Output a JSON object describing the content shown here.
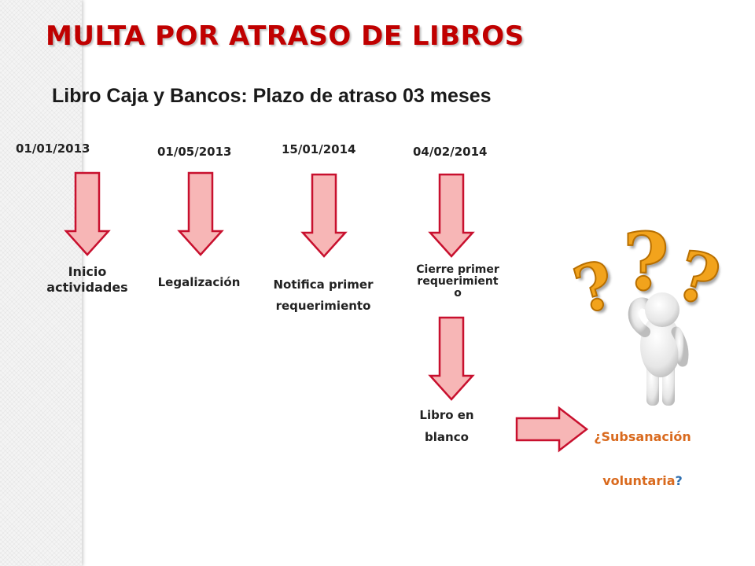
{
  "slide": {
    "title": "MULTA POR ATRASO DE LIBROS",
    "subtitle": "Libro Caja y Bancos: Plazo de atraso 03 meses"
  },
  "timeline": [
    {
      "date": "01/01/2013",
      "label": "Inicio\nactividades"
    },
    {
      "date": "01/05/2013",
      "label": "Legalización"
    },
    {
      "date": "15/01/2014",
      "label": "Notifica primer\nrequerimiento"
    },
    {
      "date": "04/02/2014",
      "label": "Cierre primer\nrequerimient\no"
    }
  ],
  "followup": {
    "label": "Libro en\nblanco"
  },
  "question": {
    "prefix": "¿Subsanación",
    "line2": "voluntaria",
    "suffix": "?"
  },
  "illustration": {
    "name": "thinking-person-question-marks-icon",
    "glyph": "?"
  },
  "colors": {
    "title": "#c00000",
    "arrow_fill": "#f7b6b6",
    "arrow_stroke": "#c8102e",
    "question_text": "#d96a1e",
    "question_accent": "#2e6fb0"
  }
}
